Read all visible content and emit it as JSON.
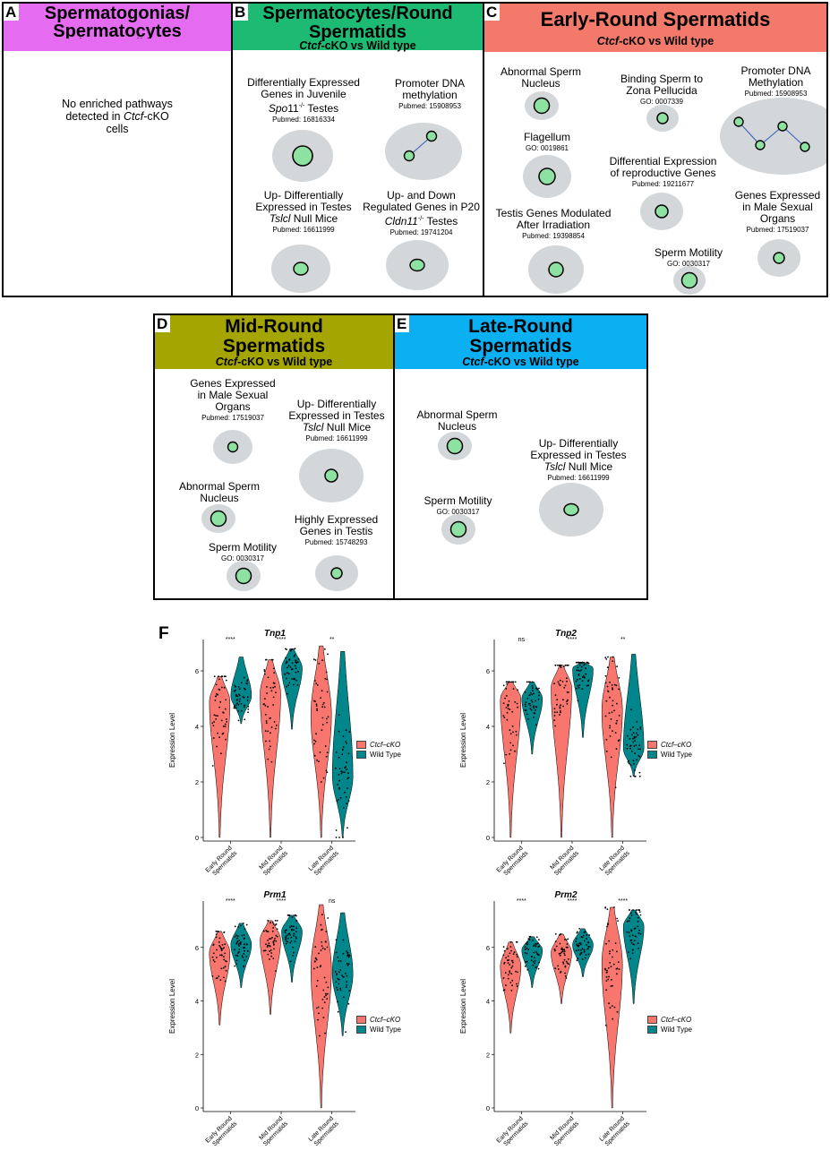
{
  "subtitle_prefix": "Ctcf",
  "subtitle_suffix": "-cKO vs Wild type",
  "panels": {
    "A": {
      "letter": "A",
      "title_l1": "Spermatogonias/",
      "title_l2": "Spermatocytes",
      "color": "#E56CF0",
      "note_l1": "No enriched pathways",
      "note_l2": "detected in",
      "note_gene": "Ctcf",
      "note_l2b": "-cKO",
      "note_l3": "cells"
    },
    "B": {
      "letter": "B",
      "title_l1": "Spermatocytes/Round",
      "title_l2": "Spermatids",
      "color": "#1DBA73",
      "t1": {
        "l1": "Differentially Expressed",
        "l2": "Genes in Juvenile",
        "gene": "Spo",
        "gene_num": "11",
        "sup": "-/-",
        "l3": " Testes",
        "ref": "Pubmed: 16816334"
      },
      "t2": {
        "l1": "Promoter DNA",
        "l2": "methylation",
        "ref": "Pubmed: 15908953"
      },
      "t3": {
        "l1": "Up- Differentially",
        "l2": "Expressed in Testes",
        "gene": "Tslcl",
        "l3": " Null Mice",
        "ref": "Pubmed: 16611999"
      },
      "t4": {
        "l1": "Up- and Down",
        "l2": "Regulated Genes in P20",
        "gene": "Cldn11",
        "sup": "-/-",
        "l3": "   Testes",
        "ref": "Pubmed: 19741204"
      }
    },
    "C": {
      "letter": "C",
      "title_l1": "Early-Round Spermatids",
      "color": "#F37A6B",
      "t1": {
        "l1": "Abnormal Sperm",
        "l2": "Nucleus"
      },
      "t2": {
        "l1": "Binding Sperm to",
        "l2": "Zona Pellucida",
        "ref": "GO: 0007339"
      },
      "t3": {
        "l1": "Promoter DNA",
        "l2": "Methylation",
        "ref": "Pubmed: 15908953"
      },
      "t4": {
        "l1": "Flagellum",
        "ref": "GO: 0019861"
      },
      "t5": {
        "l1": "Differential Expression",
        "l2": "of reproductive Genes",
        "ref": "Pubmed: 19211677"
      },
      "t6": {
        "l1": "Genes Expressed",
        "l2": "in Male Sexual",
        "l3": "Organs",
        "ref": "Pubmed: 17519037"
      },
      "t7": {
        "l1": "Testis Genes Modulated",
        "l2": "After Irradiation",
        "ref": "Pubmed: 19398854"
      },
      "t8": {
        "l1": "Sperm Motility",
        "ref": "GO: 0030317"
      }
    },
    "D": {
      "letter": "D",
      "title_l1": "Mid-Round",
      "title_l2": "Spermatids",
      "color": "#A4A500",
      "t1": {
        "l1": "Genes Expressed",
        "l2": "in Male Sexual",
        "l3": "Organs",
        "ref": "Pubmed: 17519037"
      },
      "t2": {
        "l1": "Up- Differentially",
        "l2": "Expressed in Testes",
        "gene": "Tslcl",
        "l3": " Null Mice",
        "ref": "Pubmed: 16611999"
      },
      "t3": {
        "l1": "Abnormal Sperm",
        "l2": "Nucleus"
      },
      "t4": {
        "l1": "Highly Expressed",
        "l2": "Genes in Testis",
        "ref": "Pubmed: 15748293"
      },
      "t5": {
        "l1": "Sperm Motility",
        "ref": "GO: 0030317"
      }
    },
    "E": {
      "letter": "E",
      "title_l1": "Late-Round",
      "title_l2": "Spermatids",
      "color": "#0AB0F2",
      "t1": {
        "l1": "Abnormal Sperm",
        "l2": "Nucleus"
      },
      "t2": {
        "l1": "Up- Differentially",
        "l2": "Expressed in Testes",
        "gene": "Tslcl",
        "l3": " Null Mice",
        "ref": "Pubmed: 16611999"
      },
      "t3": {
        "l1": "Sperm Motility",
        "ref": "GO: 0030317"
      }
    }
  },
  "panel_f_letter": "F",
  "colors": {
    "cko": "#F8766D",
    "wt": "#00868B",
    "bubble_outer": "#D3D7DA",
    "bubble_inner": "#8EE2A1",
    "edge": "#2E5FB8"
  },
  "chart_data": [
    {
      "type": "violin",
      "title": "Tnp1",
      "ylabel": "Expression Level",
      "categories": [
        "Early Round Spermatids",
        "Mid Round Spermatids",
        "Late Round Spermatids"
      ],
      "yticks": [
        0,
        2,
        4,
        6
      ],
      "ylim": [
        0,
        7
      ],
      "significance": [
        "****",
        "****",
        "**"
      ],
      "series": [
        {
          "name": "Ctcf–cKO",
          "medians": [
            4.9,
            5.2,
            4.4
          ],
          "ranges": [
            [
              0,
              5.8
            ],
            [
              0,
              6.4
            ],
            [
              0,
              6.9
            ]
          ]
        },
        {
          "name": "Wild Type",
          "medians": [
            5.1,
            6.1,
            2.2
          ],
          "ranges": [
            [
              4.1,
              6.5
            ],
            [
              3.9,
              6.8
            ],
            [
              0,
              6.7
            ]
          ]
        }
      ]
    },
    {
      "type": "violin",
      "title": "Tnp2",
      "ylabel": "Expression Level",
      "categories": [
        "Early Round Spermatids",
        "Mid Round Spermatids",
        "Late Round Spermatids"
      ],
      "yticks": [
        0,
        2,
        4,
        6
      ],
      "ylim": [
        0,
        7
      ],
      "significance": [
        "ns",
        "****",
        "**"
      ],
      "series": [
        {
          "name": "Ctcf–cKO",
          "medians": [
            5.0,
            5.4,
            4.6
          ],
          "ranges": [
            [
              0,
              5.6
            ],
            [
              0,
              6.2
            ],
            [
              0,
              6.5
            ]
          ]
        },
        {
          "name": "Wild Type",
          "medians": [
            5.0,
            6.1,
            3.2
          ],
          "ranges": [
            [
              3.0,
              5.6
            ],
            [
              3.6,
              6.3
            ],
            [
              2.2,
              6.6
            ]
          ]
        }
      ]
    },
    {
      "type": "violin",
      "title": "Prm1",
      "ylabel": "Expression Level",
      "categories": [
        "Early Round Spermatids",
        "Mid Round Spermatids",
        "Late Round Spermatids"
      ],
      "yticks": [
        0,
        2,
        4,
        6
      ],
      "ylim": [
        0,
        7.6
      ],
      "significance": [
        "****",
        "****",
        "ns"
      ],
      "series": [
        {
          "name": "Ctcf–cKO",
          "medians": [
            5.8,
            6.3,
            5.2
          ],
          "ranges": [
            [
              3.1,
              6.6
            ],
            [
              3.5,
              7.0
            ],
            [
              0,
              7.6
            ]
          ]
        },
        {
          "name": "Wild Type",
          "medians": [
            6.1,
            6.6,
            5.0
          ],
          "ranges": [
            [
              4.5,
              6.9
            ],
            [
              4.7,
              7.2
            ],
            [
              2.7,
              7.3
            ]
          ]
        }
      ]
    },
    {
      "type": "violin",
      "title": "Prm2",
      "ylabel": "Expression Level",
      "categories": [
        "Early Round Spermatids",
        "Mid Round Spermatids",
        "Late Round Spermatids"
      ],
      "yticks": [
        0,
        2,
        4,
        6
      ],
      "ylim": [
        0,
        7.6
      ],
      "significance": [
        "****",
        "****",
        "****"
      ],
      "series": [
        {
          "name": "Ctcf–cKO",
          "medians": [
            5.3,
            5.8,
            5.4
          ],
          "ranges": [
            [
              2.8,
              6.2
            ],
            [
              3.9,
              6.5
            ],
            [
              0,
              7.5
            ]
          ]
        },
        {
          "name": "Wild Type",
          "medians": [
            5.9,
            6.1,
            6.8
          ],
          "ranges": [
            [
              4.5,
              6.4
            ],
            [
              4.9,
              6.7
            ],
            [
              3.9,
              7.4
            ]
          ]
        }
      ]
    }
  ]
}
